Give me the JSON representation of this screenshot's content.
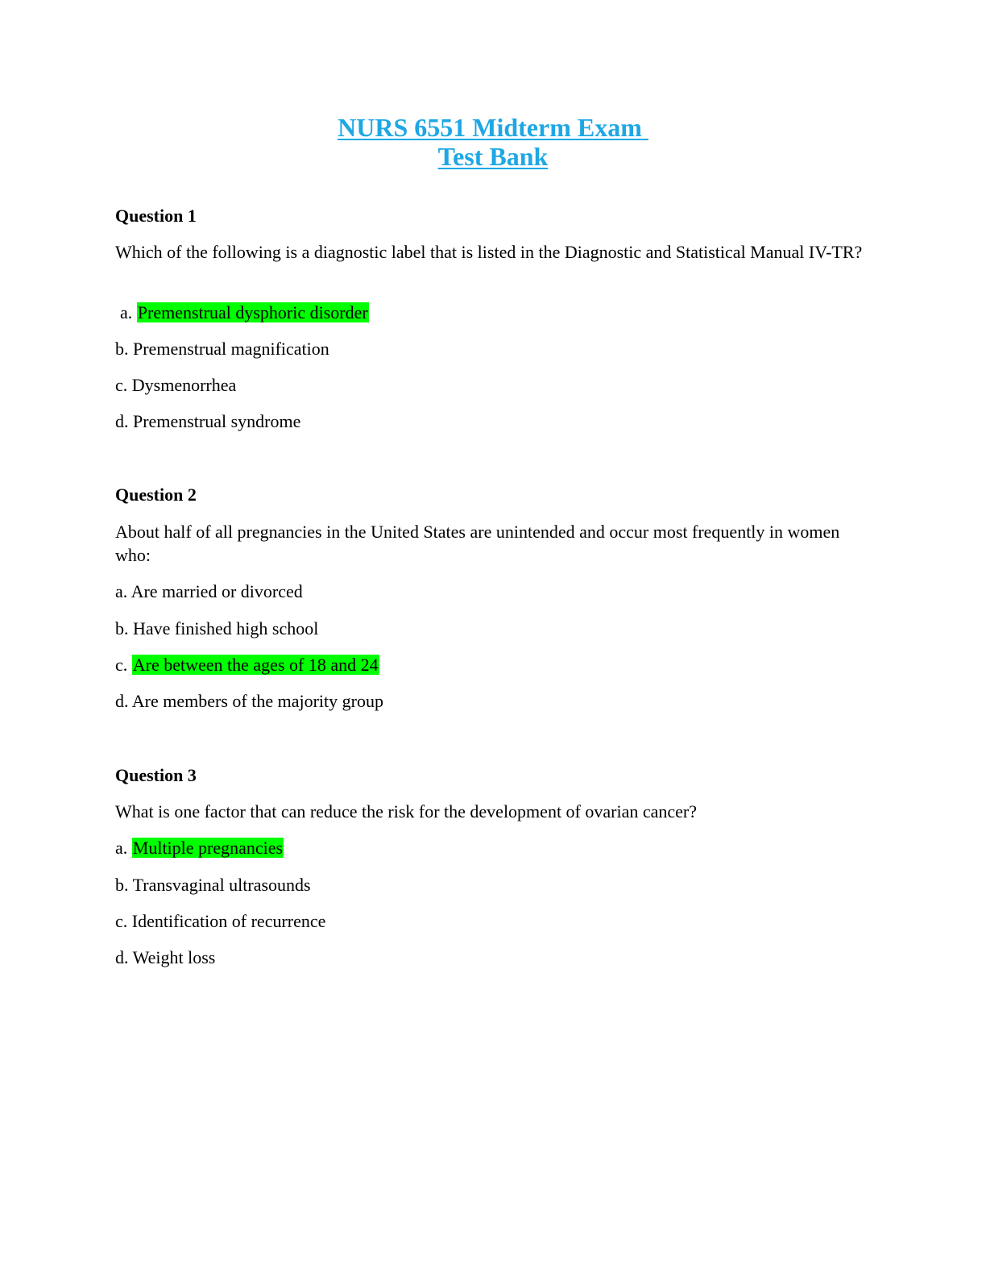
{
  "document": {
    "title_line1": "NURS 6551 Midterm Exam ",
    "title_line2": "Test Bank"
  },
  "colors": {
    "title": "#1ea7e4",
    "highlight": "#00ff00",
    "text": "#000000"
  },
  "questions": [
    {
      "heading": "Question 1",
      "text": "Which of the following is a diagnostic label that is listed in the Diagnostic and Statistical Manual IV-TR?",
      "options": [
        {
          "letter": "a.",
          "text": "Premenstrual dysphoric disorder",
          "highlighted": true
        },
        {
          "letter": "b.",
          "text": "Premenstrual magnification",
          "highlighted": false
        },
        {
          "letter": "c.",
          "text": "Dysmenorrhea",
          "highlighted": false
        },
        {
          "letter": "d.",
          "text": "Premenstrual syndrome",
          "highlighted": false
        }
      ]
    },
    {
      "heading": "Question 2",
      "text": "About half of all pregnancies in the United States are unintended and occur most frequently in women who:",
      "options": [
        {
          "letter": "a.",
          "text": "Are married or divorced",
          "highlighted": false
        },
        {
          "letter": "b.",
          "text": "Have finished high school",
          "highlighted": false
        },
        {
          "letter": "c.",
          "text": "Are between the ages of 18 and 24",
          "highlighted": true
        },
        {
          "letter": "d.",
          "text": "Are members of the majority group",
          "highlighted": false
        }
      ]
    },
    {
      "heading": "Question 3",
      "text": "What is one factor that can reduce the risk for the development of ovarian cancer?",
      "options": [
        {
          "letter": "a.",
          "text": "Multiple pregnancies",
          "highlighted": true
        },
        {
          "letter": "b.",
          "text": "Transvaginal ultrasounds",
          "highlighted": false
        },
        {
          "letter": "c.",
          "text": "Identification of recurrence",
          "highlighted": false
        },
        {
          "letter": "d.",
          "text": "Weight loss",
          "highlighted": false
        }
      ]
    }
  ]
}
